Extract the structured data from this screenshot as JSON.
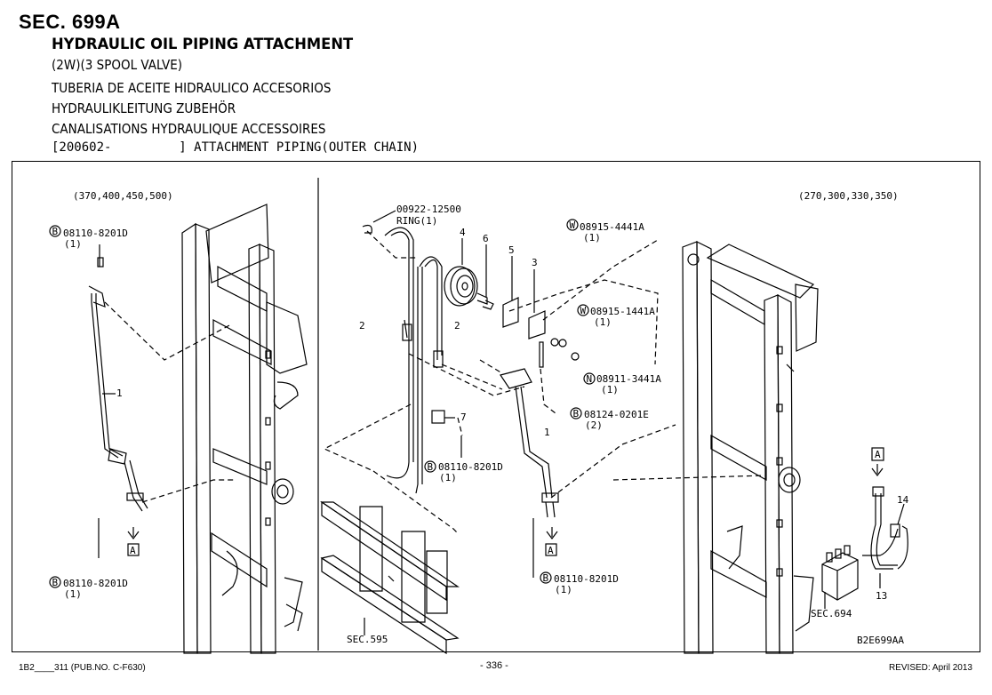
{
  "header": {
    "section": "SEC. 699A",
    "title": "HYDRAULIC OIL PIPING ATTACHMENT",
    "subtitle": "(2W)(3 SPOOL VALVE)",
    "title_es": "TUBERIA DE ACEITE HIDRAULICO ACCESORIOS",
    "title_de": "HYDRAULIKLEITUNG ZUBEHÖR",
    "title_fr": "CANALISATIONS HYDRAULIQUE ACCESSOIRES",
    "applicability": "[200602-         ] ATTACHMENT PIPING(OUTER CHAIN)"
  },
  "diagram": {
    "left_models": "(370,400,450,500)",
    "right_models": "(270,300,330,350)",
    "drawing_code": "B2E699AA",
    "labels": {
      "bolt_code": "08110-8201D",
      "qty1": "(1)",
      "qty2": "(2)",
      "ring_code": "00922-12500",
      "ring_label": "RING(1)",
      "w1_code": "08915-4441A",
      "w2_code": "08915-1441A",
      "n_code": "08911-3441A",
      "b2_code": "08124-0201E",
      "sec595": "SEC.595",
      "sec694": "SEC.694",
      "callout_a": "A",
      "b_mark": "B",
      "w_mark": "W",
      "n_mark": "N",
      "p1": "1",
      "p2": "2",
      "p3": "3",
      "p4": "4",
      "p5": "5",
      "p6": "6",
      "p7": "7",
      "p13": "13",
      "p14": "14"
    }
  },
  "footer": {
    "left": "1B2____311 (PUB.NO. C-F630)",
    "center": "- 336 -",
    "right": "REVISED: April 2013"
  }
}
